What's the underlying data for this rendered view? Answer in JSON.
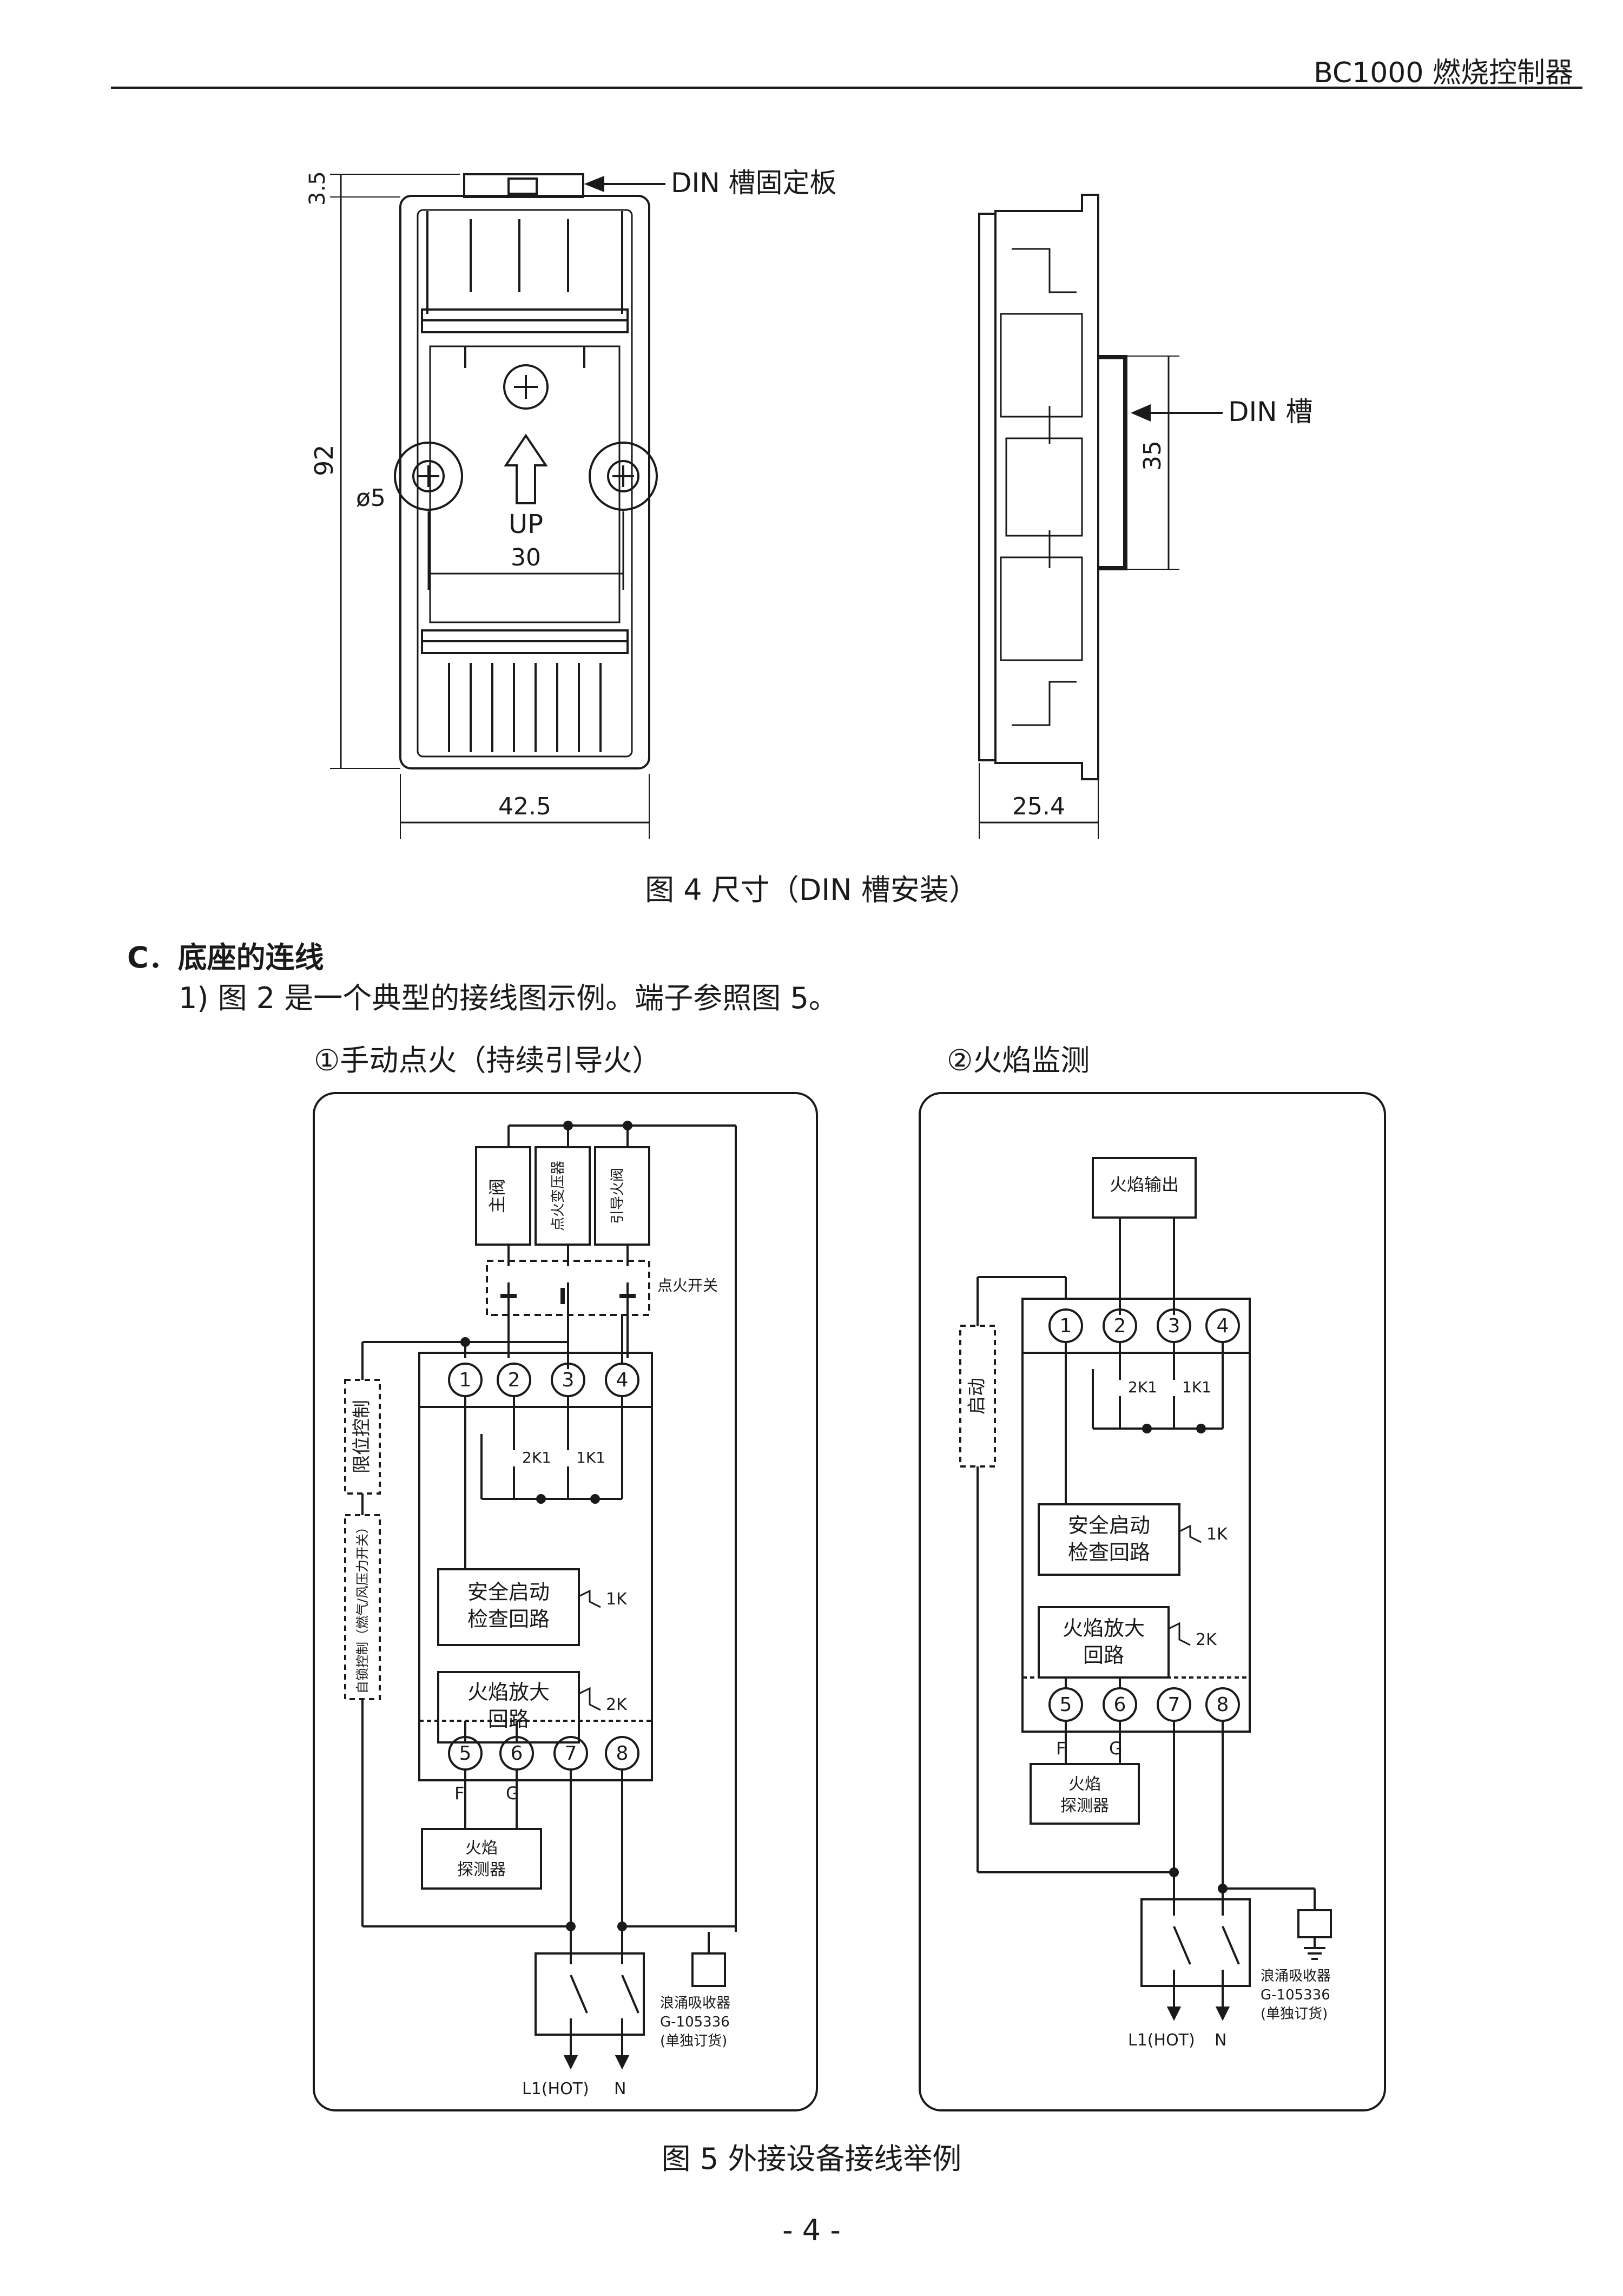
{
  "header": {
    "title": "BC1000 燃烧控制器"
  },
  "fig4": {
    "din_plate_label": "DIN 槽固定板",
    "din_rail_label": "DIN 槽",
    "dim_35_top": "3.5",
    "dim_92": "92",
    "dim_5": "ø5",
    "dim_30": "30",
    "up_label": "UP",
    "dim_42_5": "42.5",
    "dim_25_4": "25.4",
    "dim_35": "35",
    "caption": "图 4 尺寸（DIN 槽安装）"
  },
  "section": {
    "heading": "C．底座的连线",
    "item1": "1)   图 2 是一个典型的接线图示例。端子参照图 5。"
  },
  "fig5": {
    "left_title": "①手动点火（持续引导火）",
    "right_title": "②火焰监测",
    "main_valve": "主阀",
    "ign_transformer": "点火变压器",
    "pilot_valve": "引导火阀",
    "ign_switch": "点火开关",
    "limit_control": "限位控制",
    "interlock": "自锁控制（燃气/风压力开关）",
    "terminals_top": [
      "1",
      "2",
      "3",
      "4"
    ],
    "terminals_bottom": [
      "5",
      "6",
      "7",
      "8"
    ],
    "relay_2k1": "2K1",
    "relay_1k1": "1K1",
    "safety_check": [
      "安全启动",
      "检查回路"
    ],
    "flame_amp": [
      "火焰放大",
      "回路"
    ],
    "relay_1k": "1K",
    "relay_2k": "2K",
    "f_label": "F",
    "g_label": "G",
    "flame_detector": [
      "火焰",
      "探测器"
    ],
    "surge": [
      "浪涌吸收器",
      "G-105336",
      "(单独订货)"
    ],
    "l1_label": "L1(HOT)",
    "n_label": "N",
    "flame_output": "火焰输出",
    "start": "启动",
    "caption": "图 5  外接设备接线举例"
  },
  "page_number": "- 4 -"
}
